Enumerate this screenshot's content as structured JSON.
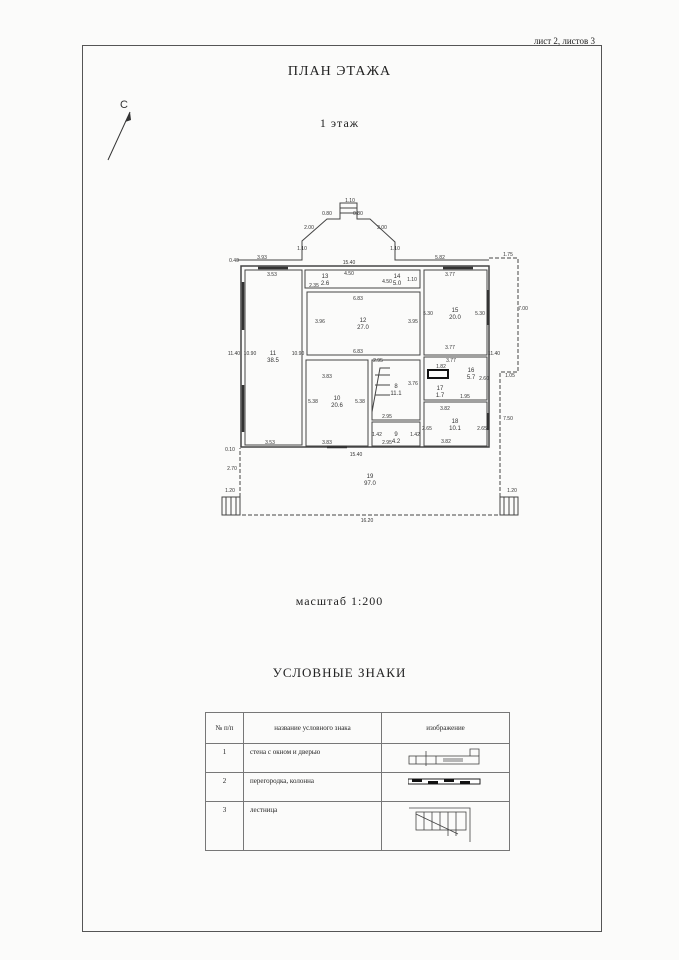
{
  "sheet_label": "лист 2, листов 3",
  "title": "ПЛАН  ЭТАЖА",
  "floor": "1  этаж",
  "north": "С",
  "scale": "масштаб  1:200",
  "legend_title": "УСЛОВНЫЕ ЗНАКИ",
  "legend": {
    "headers": [
      "№ п/п",
      "название условного знака",
      "изображение"
    ],
    "rows": [
      {
        "num": "1",
        "name": "стена с окном и дверью"
      },
      {
        "num": "2",
        "name": "перегородка, колонна"
      },
      {
        "num": "3",
        "name": "лестница"
      }
    ]
  },
  "rooms": [
    {
      "num": "11",
      "area": "38.5"
    },
    {
      "num": "12",
      "area": "27.0"
    },
    {
      "num": "13",
      "area": "2.6"
    },
    {
      "num": "14",
      "area": "5.0"
    },
    {
      "num": "15",
      "area": "20.0"
    },
    {
      "num": "10",
      "area": "20.6"
    },
    {
      "num": "8",
      "area": "11.1"
    },
    {
      "num": "9",
      "area": "4.2"
    },
    {
      "num": "16",
      "area": "5.7"
    },
    {
      "num": "17",
      "area": "1.7"
    },
    {
      "num": "18",
      "area": "10.1"
    },
    {
      "num": "19",
      "area": "97.0"
    }
  ],
  "dims": [
    "1.10",
    "0.80",
    "0.80",
    "2.00",
    "2.00",
    "1.10",
    "1.10",
    "3.93",
    "5.82",
    "1.75",
    "0.40",
    "15.40",
    "3.53",
    "4.50",
    "4.50",
    "2.35",
    "1.10",
    "6.83",
    "3.77",
    "3.96",
    "3.95",
    "5.30",
    "5.30",
    "7.00",
    "11.40",
    "10.90",
    "10.90",
    "6.83",
    "3.77",
    "3.83",
    "2.95",
    "3.76",
    "1.82",
    "3.77",
    "2.60",
    "1.05",
    "3.82",
    "1.95",
    "5.38",
    "5.38",
    "2.95",
    "1.42",
    "1.42",
    "2.95",
    "2.65",
    "2.65",
    "3.82",
    "7.50",
    "3.53",
    "3.83",
    "0.10",
    "15.40",
    "2.70",
    "1.20",
    "1.20",
    "16.20",
    "11.40"
  ]
}
